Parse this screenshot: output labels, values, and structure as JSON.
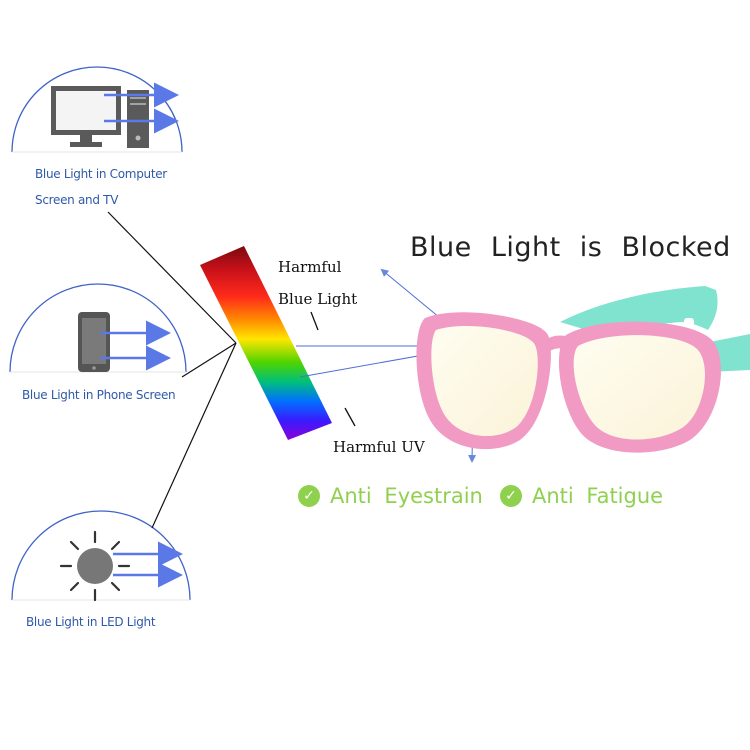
{
  "sources": [
    {
      "label_line1": "Blue Light in Computer",
      "label_line2": "Screen and TV",
      "icon": "monitor-tower-icon"
    },
    {
      "label": "Blue Light in Phone Screen",
      "icon": "phone-icon"
    },
    {
      "label": "Blue Light in LED Light",
      "icon": "sun-icon"
    }
  ],
  "spectrum": {
    "harmful_blue_line1": "Harmful",
    "harmful_blue_line2": "Blue Light",
    "harmful_uv": "Harmful UV"
  },
  "headline": "Blue Light is Blocked",
  "benefits": [
    {
      "label": "Anti Eyestrain",
      "icon": "check-icon"
    },
    {
      "label": "Anti Fatigue",
      "icon": "check-icon"
    }
  ],
  "colors": {
    "label_blue": "#2f5aa8",
    "arrow_blue": "#5b79e6",
    "benefit_green": "#8fd14f",
    "frame_pink": "#f19bc4",
    "temple_teal": "#7fe3cf"
  }
}
